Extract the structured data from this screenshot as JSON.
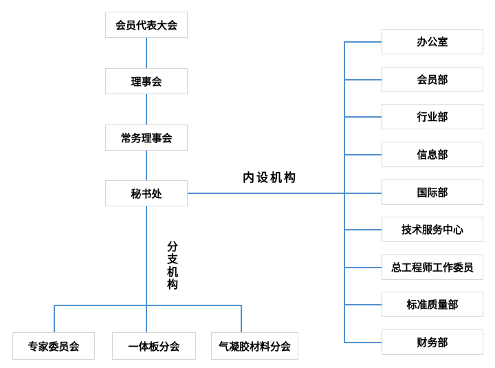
{
  "chart": {
    "main_chain": [
      "会员代表大会",
      "理事会",
      "常务理事会",
      "秘书处"
    ],
    "internal_label": "内设机构",
    "branch_label": "分支机构",
    "internal_departments": [
      "办公室",
      "会员部",
      "行业部",
      "信息部",
      "国际部",
      "技术服务中心",
      "总工程师工作委员",
      "标准质量部",
      "财务部"
    ],
    "branches": [
      "专家委员会",
      "一体板分会",
      "气凝胶材料分会"
    ],
    "colors": {
      "connector_line": "#4f90cf",
      "box_border": "#d6d6d6",
      "box_background": "#ffffff",
      "text": "#000000"
    }
  }
}
